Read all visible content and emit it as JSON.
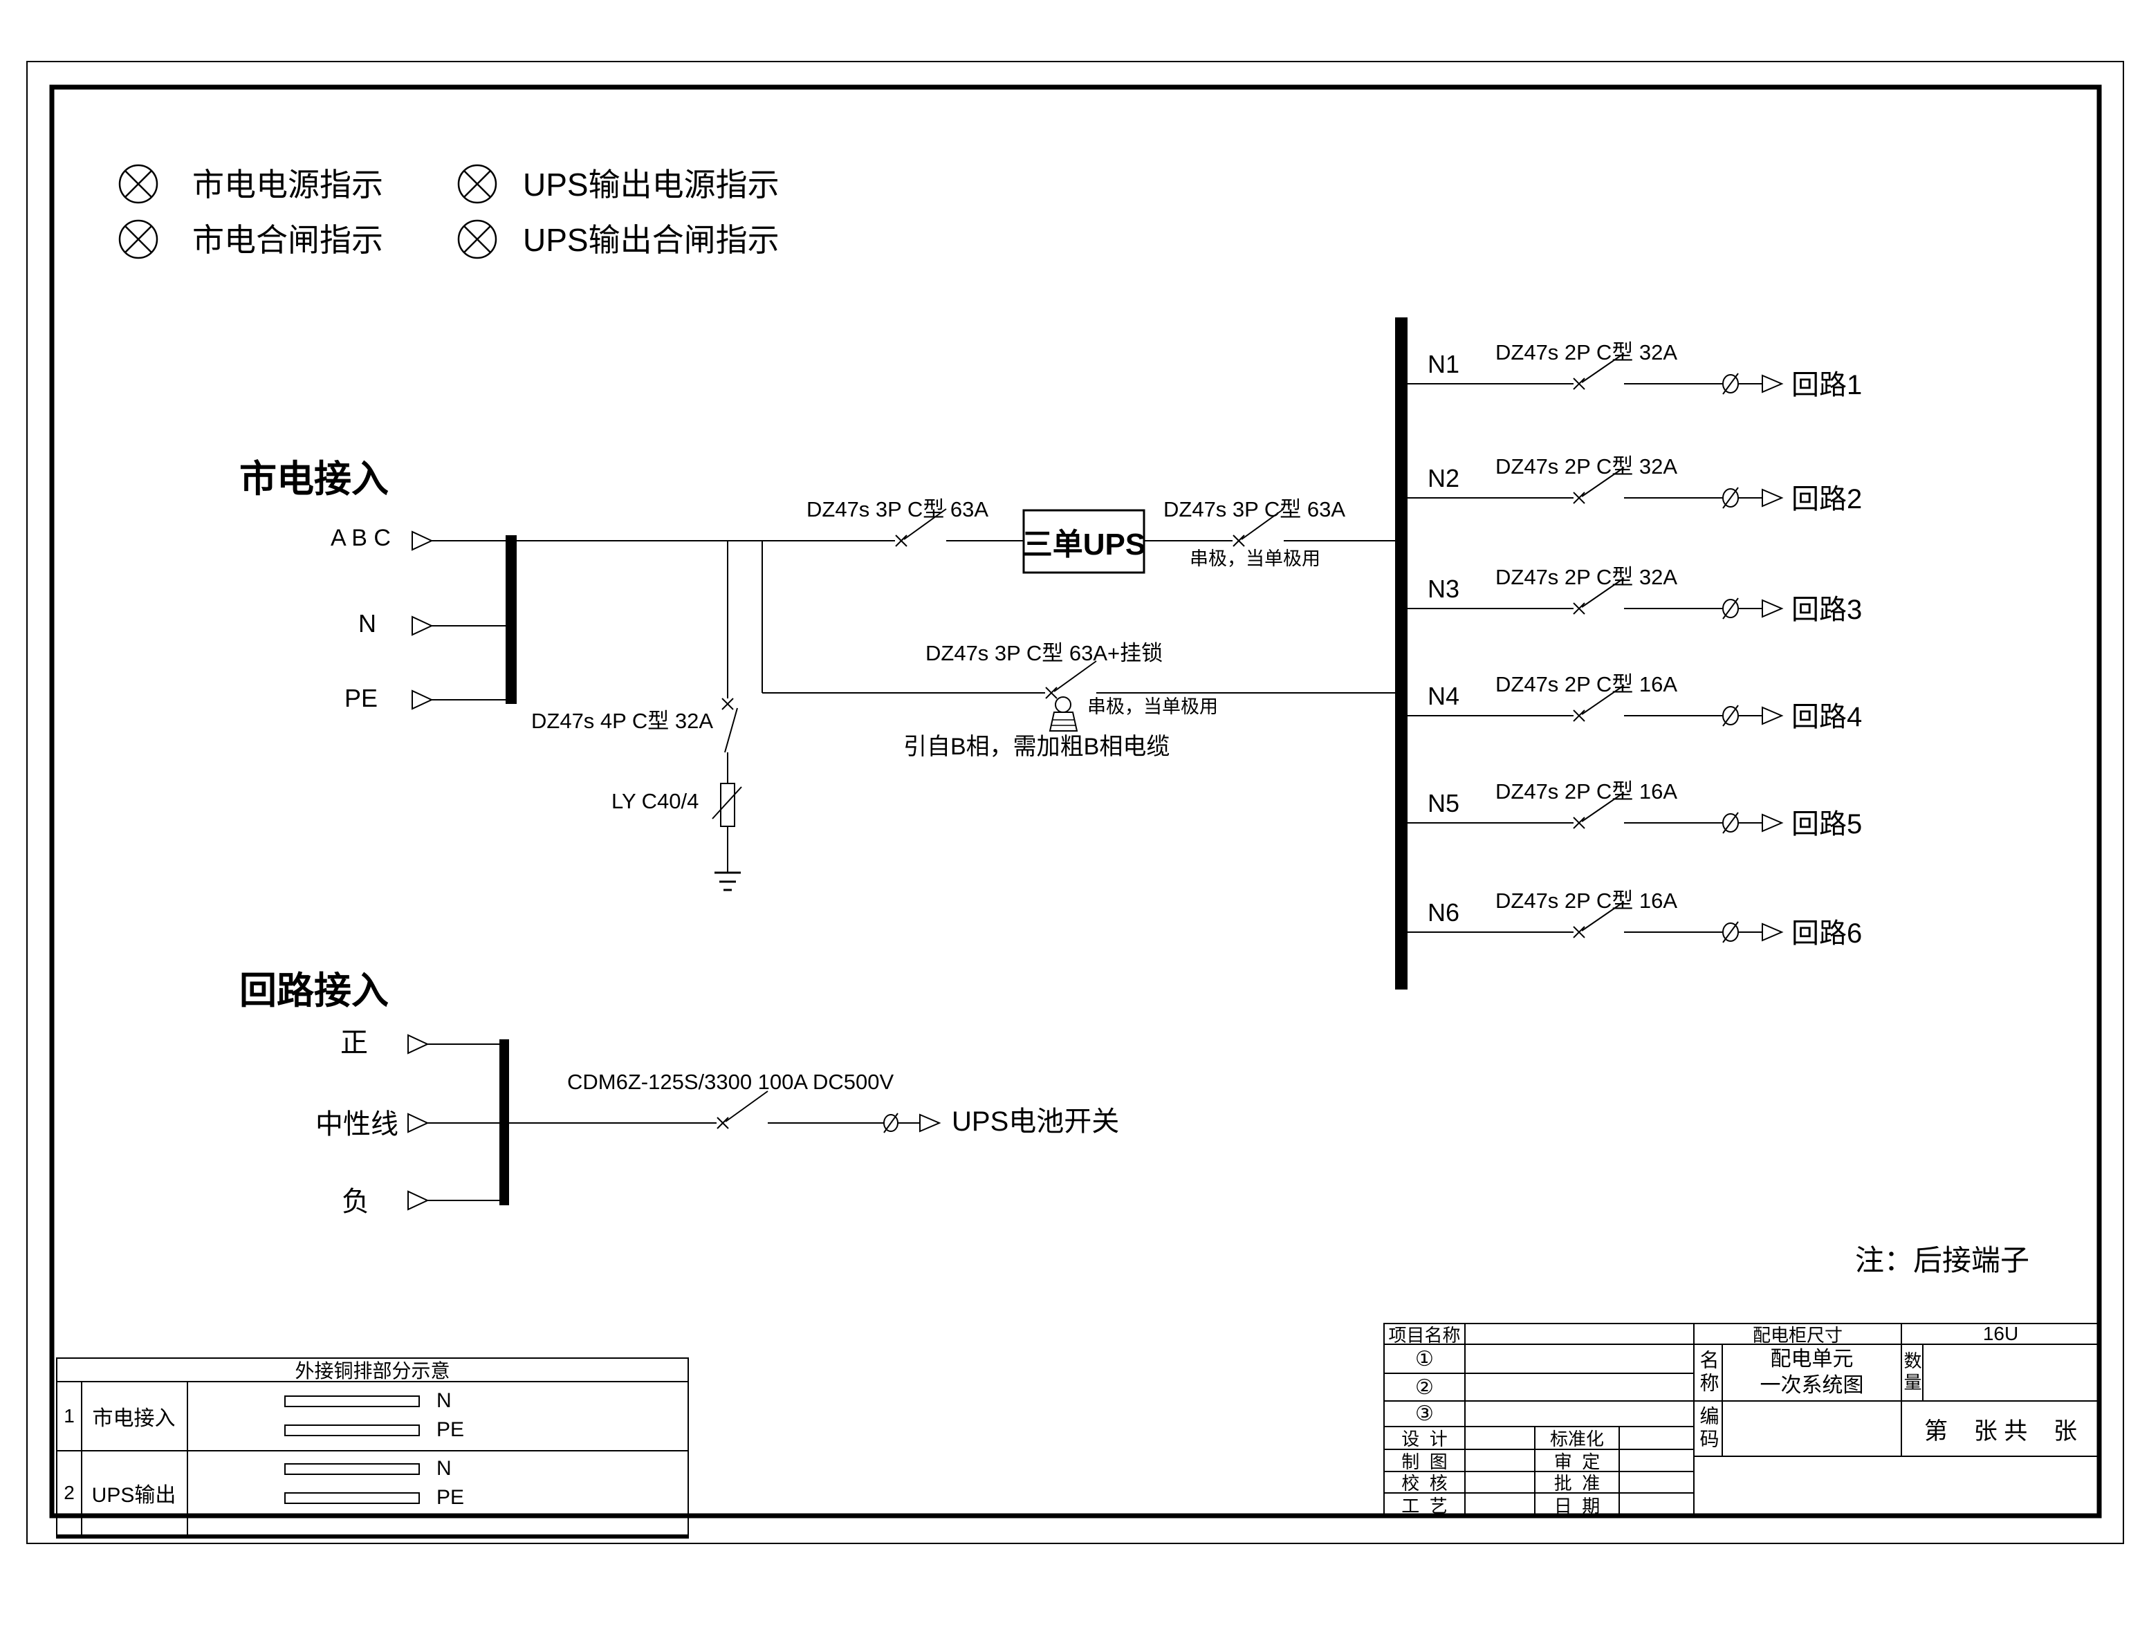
{
  "colors": {
    "ink": "#000000",
    "paper": "#ffffff"
  },
  "legend": {
    "items": [
      {
        "label": "市电电源指示"
      },
      {
        "label": "UPS输出电源指示"
      },
      {
        "label": "市电合闸指示"
      },
      {
        "label": "UPS输出合闸指示"
      }
    ]
  },
  "mains": {
    "title": "市电接入",
    "phase_label": "A B C",
    "neutral_label": "N",
    "pe_label": "PE",
    "incoming_breaker": "DZ47s 4P C型 32A",
    "surge_arrester": "LY C40/4",
    "ups_input_breaker": "DZ47s 3P C型 63A",
    "ups_name": "三单UPS",
    "ups_output_breaker": "DZ47s 3P C型 63A",
    "series_note": "串极，当单极用",
    "bypass_breaker": "DZ47s 3P C型 63A+挂锁",
    "bypass_series_note": "串极，当单极用",
    "bypass_cable_note": "引自B相，需加粗B相电缆"
  },
  "output_branches": [
    {
      "id": "N1",
      "breaker": "DZ47s 2P C型 32A",
      "circuit": "回路1"
    },
    {
      "id": "N2",
      "breaker": "DZ47s 2P C型 32A",
      "circuit": "回路2"
    },
    {
      "id": "N3",
      "breaker": "DZ47s 2P C型 32A",
      "circuit": "回路3"
    },
    {
      "id": "N4",
      "breaker": "DZ47s 2P C型 16A",
      "circuit": "回路4"
    },
    {
      "id": "N5",
      "breaker": "DZ47s 2P C型 16A",
      "circuit": "回路5"
    },
    {
      "id": "N6",
      "breaker": "DZ47s 2P C型 16A",
      "circuit": "回路6"
    }
  ],
  "battery": {
    "title": "回路接入",
    "positive_label": "正",
    "neutral_label": "中性线",
    "negative_label": "负",
    "breaker": "CDM6Z-125S/3300 100A DC500V",
    "switch_label": "UPS电池开关"
  },
  "note": "注：后接端子",
  "copper_bar_table": {
    "title": "外接铜排部分示意",
    "rows": [
      {
        "no": "1",
        "name": "市电接入",
        "bar1": "N",
        "bar2": "PE"
      },
      {
        "no": "2",
        "name": "UPS输出",
        "bar1": "N",
        "bar2": "PE"
      }
    ]
  },
  "title_block": {
    "project_label": "项目名称",
    "item1": "①",
    "item2": "②",
    "item3": "③",
    "cabinet_size_label": "配电柜尺寸",
    "cabinet_size_value": "16U",
    "name_label": "名称",
    "name_line1": "配电单元",
    "name_line2": "一次系统图",
    "qty_label": "数量",
    "code_label": "编码",
    "sheet_label": "第    张 共    张",
    "design_label": "设  计",
    "draft_label": "制  图",
    "check_label": "校  核",
    "process_label": "工  艺",
    "standard_label": "标准化",
    "review_label": "审  定",
    "approve_label": "批  准",
    "date_label": "日  期"
  }
}
